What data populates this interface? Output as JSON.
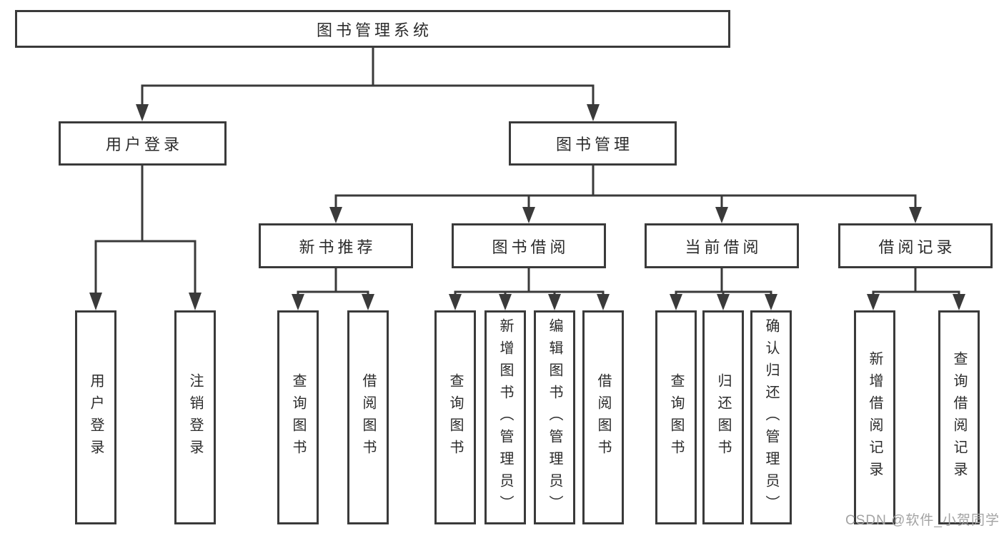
{
  "diagram_type": "hierarchy-tree",
  "tree": {
    "label": "图书管理系统",
    "children": [
      {
        "label": "用户登录",
        "children": [
          {
            "label": "用户登录"
          },
          {
            "label": "注销登录"
          }
        ]
      },
      {
        "label": "图书管理",
        "children": [
          {
            "label": "新书推荐",
            "children": [
              {
                "label": "查询图书"
              },
              {
                "label": "借阅图书"
              }
            ]
          },
          {
            "label": "图书借阅",
            "children": [
              {
                "label": "查询图书"
              },
              {
                "label": "新增图书（管理员）"
              },
              {
                "label": "编辑图书（管理员）"
              },
              {
                "label": "借阅图书"
              }
            ]
          },
          {
            "label": "当前借阅",
            "children": [
              {
                "label": "查询图书"
              },
              {
                "label": "归还图书"
              },
              {
                "label": "确认归还（管理员）"
              }
            ]
          },
          {
            "label": "借阅记录",
            "children": [
              {
                "label": "新增借阅记录"
              },
              {
                "label": "查询借阅记录"
              }
            ]
          }
        ]
      }
    ]
  },
  "watermark": "CSDN @软件_小贺同学",
  "colors": {
    "line": "#3a3a3a",
    "box_border": "#3a3a3a",
    "text": "#2b2b2b",
    "watermark": "#a3a3a3",
    "background": "#ffffff"
  }
}
